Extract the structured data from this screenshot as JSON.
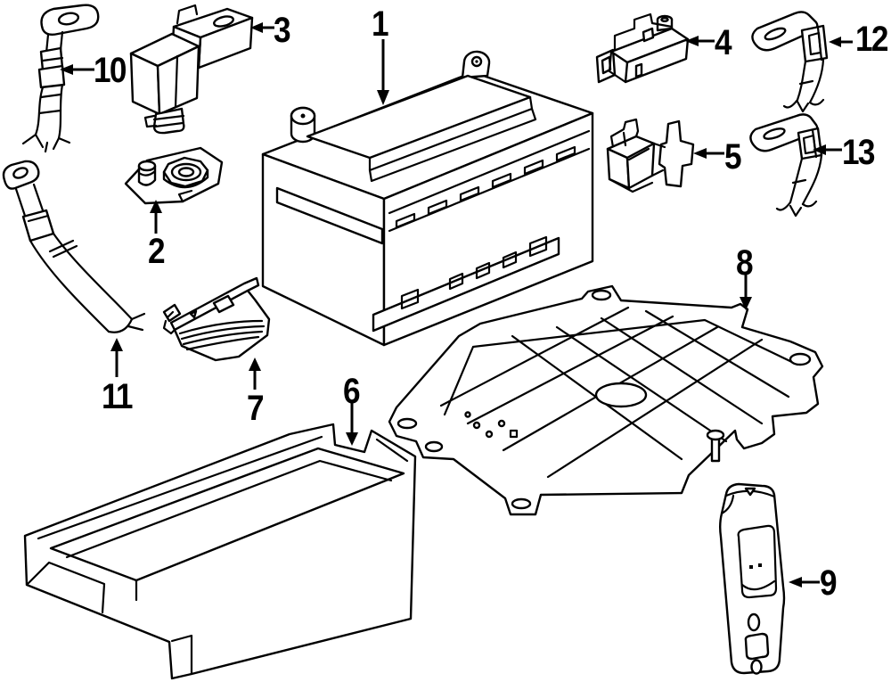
{
  "figure": {
    "background_color": "#ffffff",
    "line_color": "#000000",
    "label_color": "#000000"
  },
  "callouts": [
    {
      "label": "1"
    },
    {
      "label": "2"
    },
    {
      "label": "3"
    },
    {
      "label": "4"
    },
    {
      "label": "5"
    },
    {
      "label": "6"
    },
    {
      "label": "7"
    },
    {
      "label": "8"
    },
    {
      "label": "9"
    },
    {
      "label": "10"
    },
    {
      "label": "11"
    },
    {
      "label": "12"
    },
    {
      "label": "13"
    }
  ]
}
